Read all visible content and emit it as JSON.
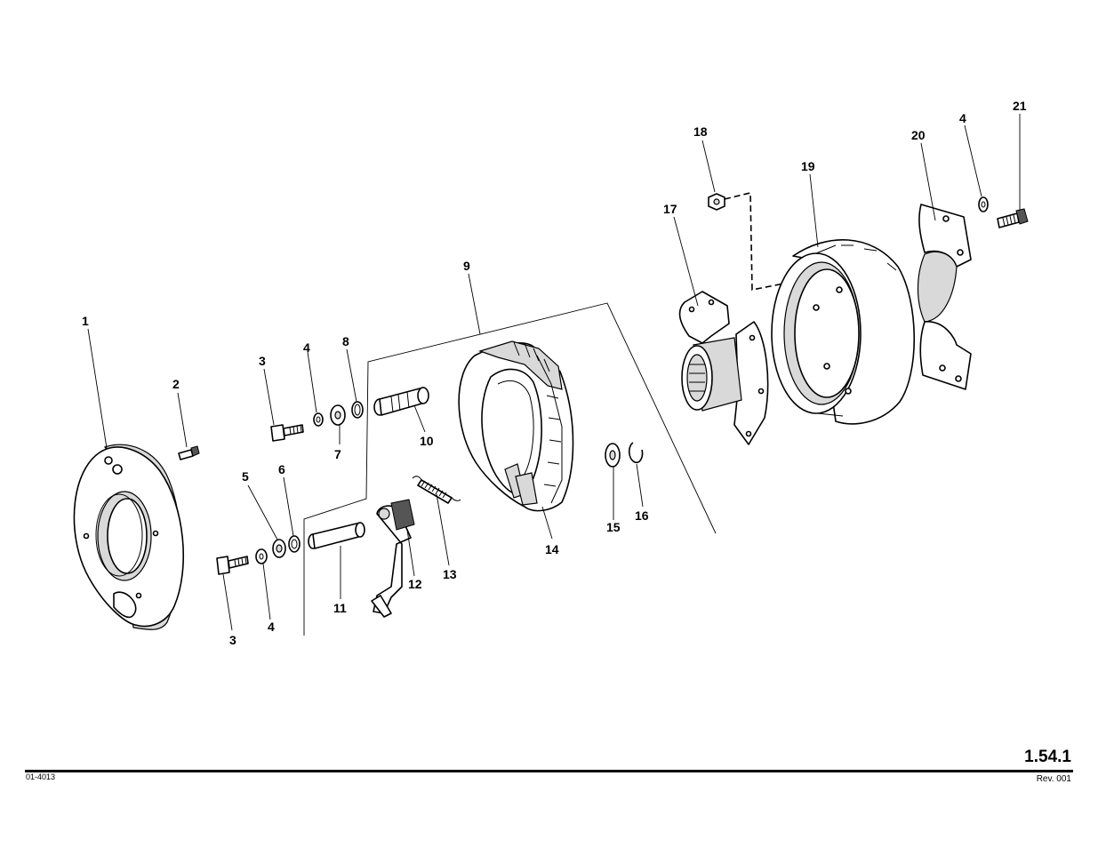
{
  "page": {
    "number": "1.54.1",
    "doc_code": "01-4013",
    "revision": "Rev. 001"
  },
  "callouts": {
    "c1": "1",
    "c2": "2",
    "c3a": "3",
    "c3b": "3",
    "c4a": "4",
    "c4b": "4",
    "c4c": "4",
    "c5": "5",
    "c6": "6",
    "c7": "7",
    "c8": "8",
    "c9": "9",
    "c10": "10",
    "c11": "11",
    "c12": "12",
    "c13": "13",
    "c14": "14",
    "c15": "15",
    "c16": "16",
    "c17": "17",
    "c18": "18",
    "c19": "19",
    "c20": "20",
    "c21": "21"
  }
}
